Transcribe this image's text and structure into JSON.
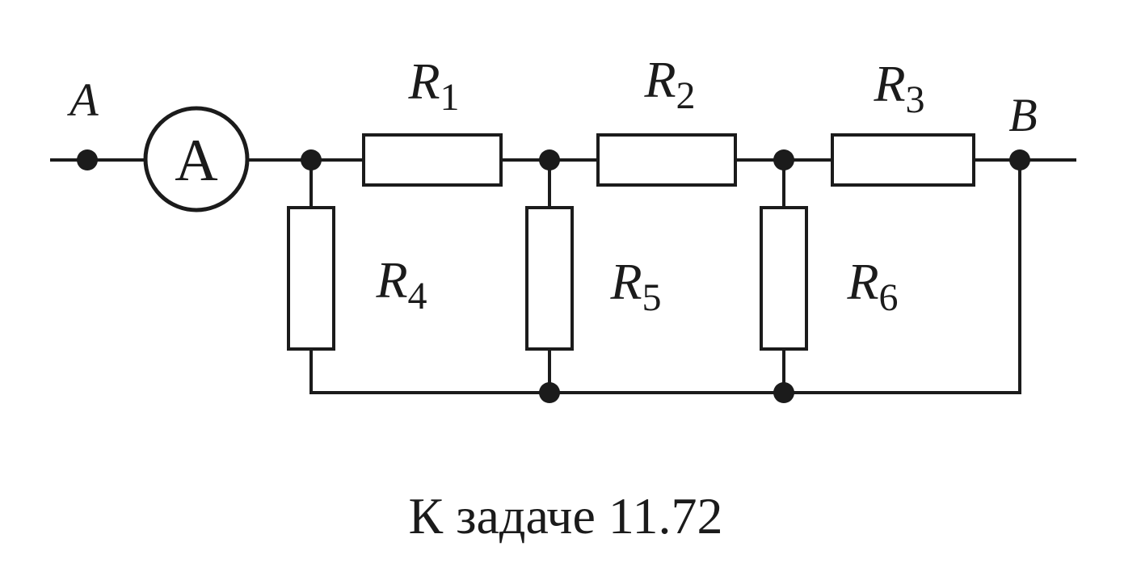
{
  "diagram": {
    "type": "electrical-circuit",
    "caption": "К задаче 11.72",
    "terminals": {
      "left": {
        "label": "A"
      },
      "right": {
        "label": "B"
      }
    },
    "ammeter": {
      "symbol": "A"
    },
    "resistors": [
      {
        "base": "R",
        "sub": "1",
        "orientation": "horizontal"
      },
      {
        "base": "R",
        "sub": "2",
        "orientation": "horizontal"
      },
      {
        "base": "R",
        "sub": "3",
        "orientation": "horizontal"
      },
      {
        "base": "R",
        "sub": "4",
        "orientation": "vertical"
      },
      {
        "base": "R",
        "sub": "5",
        "orientation": "vertical"
      },
      {
        "base": "R",
        "sub": "6",
        "orientation": "vertical"
      }
    ],
    "colors": {
      "line": "#1b1b1b",
      "background": "#ffffff"
    }
  }
}
